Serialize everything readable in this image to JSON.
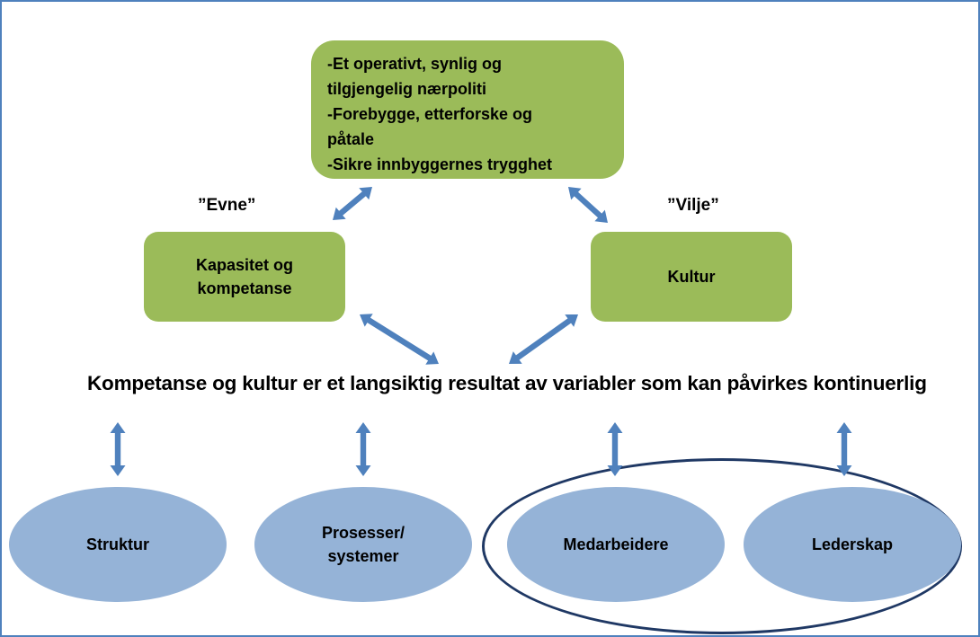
{
  "goals": {
    "lines": [
      "-Et operativt, synlig og",
      "tilgjengelig nærpoliti",
      "-Forebygge, etterforske og",
      "påtale",
      "-Sikre innbyggernes trygghet"
    ]
  },
  "labels": {
    "evne": "”Evne”",
    "vilje": "”Vilje”"
  },
  "boxes": {
    "kapasitet_line1": "Kapasitet og",
    "kapasitet_line2": "kompetanse",
    "kultur": "Kultur"
  },
  "statement": "Kompetanse og kultur er et langsiktig resultat av variabler som kan påvirkes kontinuerlig",
  "variables": {
    "struktur": "Struktur",
    "prosesser_line1": "Prosesser/",
    "prosesser_line2": "systemer",
    "medarbeidere": "Medarbeidere",
    "lederskap": "Lederskap"
  },
  "colors": {
    "green_box": "#9bbb59",
    "oval_fill": "#95b3d7",
    "arrow": "#4f81bd",
    "frame": "#4f81bd",
    "group_ring": "#1f3864"
  }
}
